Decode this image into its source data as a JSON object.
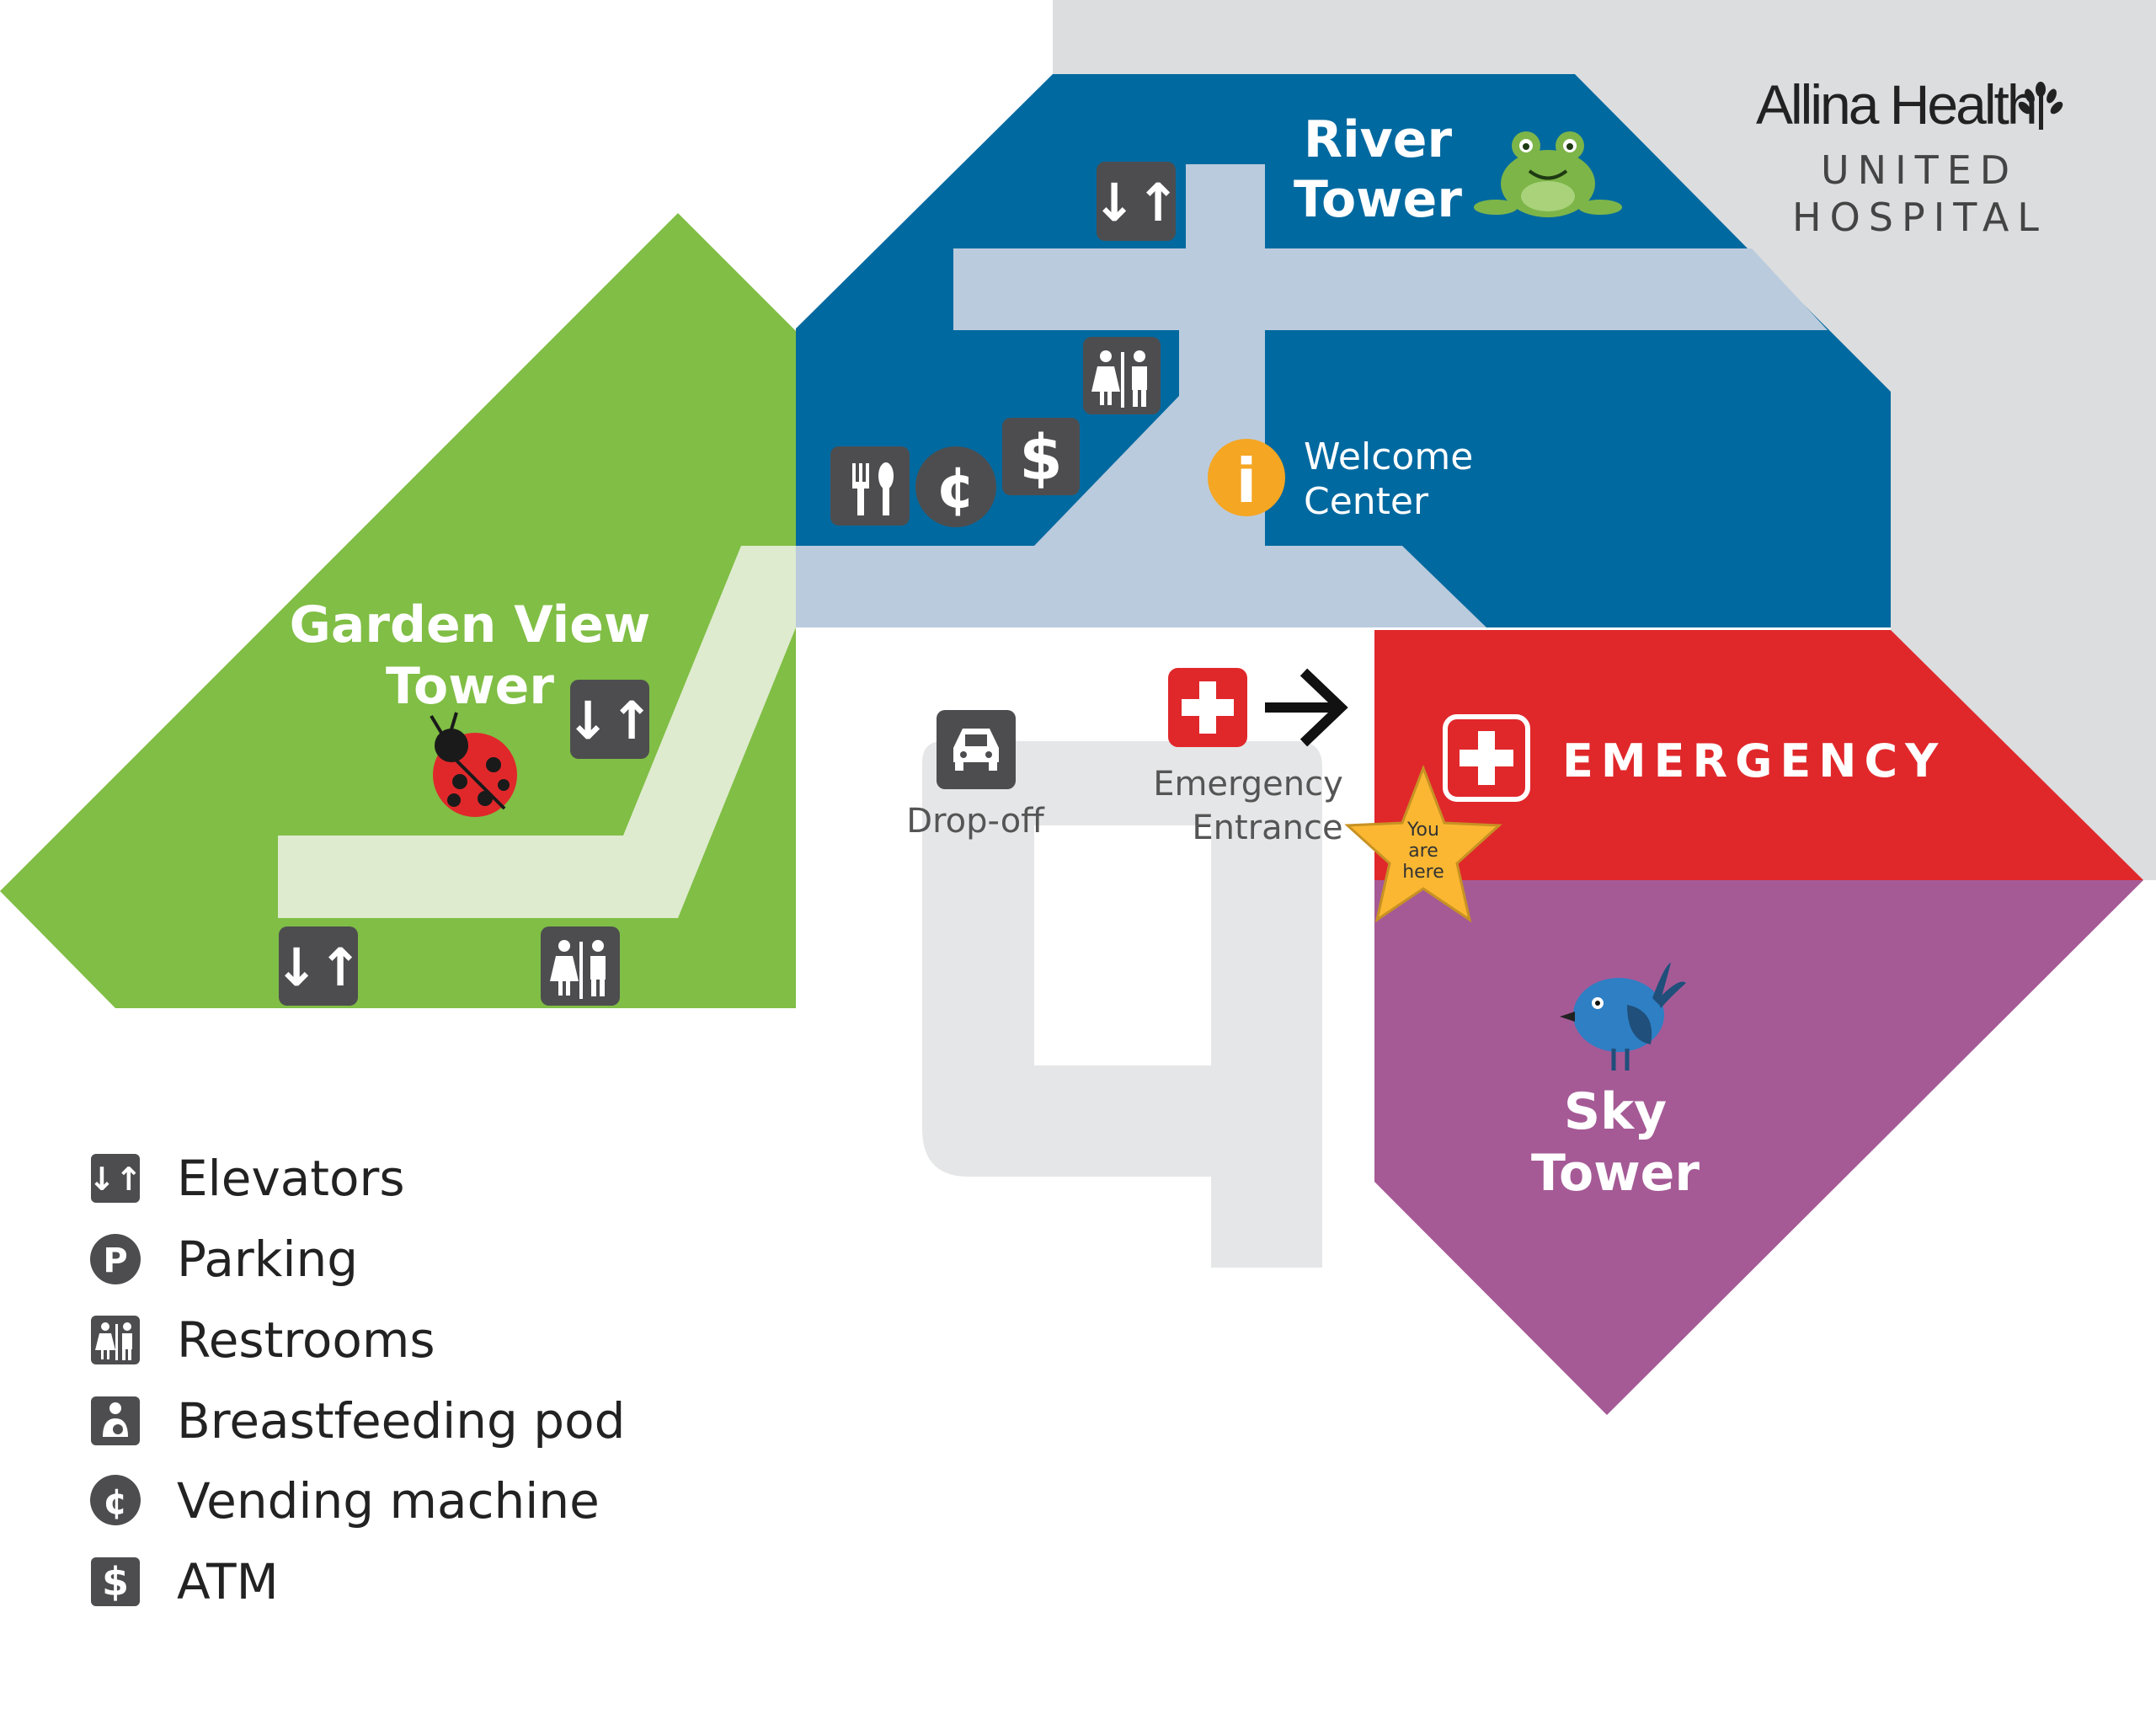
{
  "brand": {
    "name": "Allina Health",
    "sub_line_1": "UNITED",
    "sub_line_2": "HOSPITAL",
    "logo_icon": "wheat-sheaf-icon"
  },
  "towers": {
    "river": {
      "line1": "River",
      "line2": "Tower",
      "color": "#0069A0",
      "mascot": "frog-icon"
    },
    "garden": {
      "line1": "Garden View",
      "line2": "Tower",
      "color": "#80BE45",
      "mascot": "ladybug-icon"
    },
    "emergency": {
      "label": "EMERGENCY",
      "color": "#E0282B"
    },
    "sky": {
      "line1": "Sky",
      "line2": "Tower",
      "color": "#A55A96",
      "mascot": "bird-icon"
    }
  },
  "places": {
    "welcome_line1": "Welcome",
    "welcome_line2": "Center",
    "dropoff": "Drop-off",
    "emergency_entrance_line1": "Emergency",
    "emergency_entrance_line2": "Entrance",
    "you_are_here_line1": "You",
    "you_are_here_line2": "are",
    "you_are_here_line3": "here"
  },
  "glyphs": {
    "elevator": "↓↑",
    "dollar": "$",
    "cent": "¢",
    "parking": "P",
    "info": "i"
  },
  "legend": [
    {
      "icon": "elevator-icon",
      "label": "Elevators"
    },
    {
      "icon": "parking-icon",
      "label": "Parking"
    },
    {
      "icon": "restroom-icon",
      "label": "Restrooms"
    },
    {
      "icon": "breastfeeding-icon",
      "label": "Breastfeeding pod"
    },
    {
      "icon": "vending-icon",
      "label": "Vending machine"
    },
    {
      "icon": "atm-icon",
      "label": "ATM"
    }
  ],
  "colors": {
    "corridor": "#BACBDD",
    "garden_corridor": "#DEEBCE",
    "road": "#E5E6E7",
    "background_area": "#DCDDDF",
    "icon_dark": "#4D4D4F",
    "info_orange": "#F5A623",
    "star_yellow": "#FBB732"
  }
}
